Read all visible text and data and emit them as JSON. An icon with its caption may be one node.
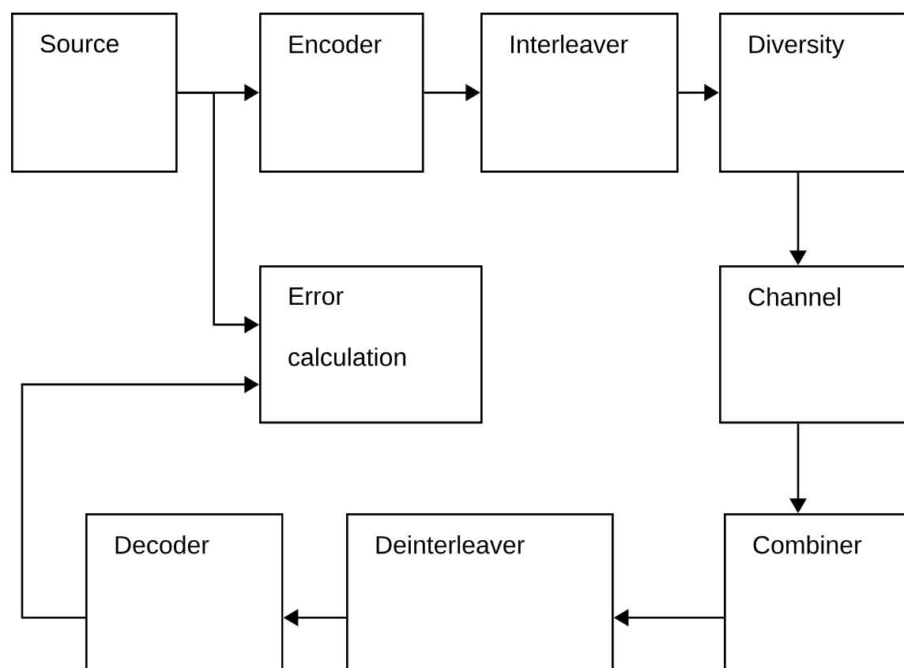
{
  "diagram": {
    "nodes": [
      {
        "text": [
          "Source"
        ]
      },
      {
        "text": [
          "Encoder"
        ]
      },
      {
        "text": [
          "Interleaver"
        ]
      },
      {
        "text": [
          "Diversity"
        ]
      },
      {
        "text": [
          "Error calculation"
        ]
      },
      {
        "text": [
          "Channel"
        ]
      },
      {
        "text": [
          "Combiner"
        ]
      },
      {
        "text": [
          "Deinterleaver"
        ]
      },
      {
        "text": [
          "Decoder"
        ]
      }
    ],
    "edges": [
      {
        "from": 0,
        "to": 1,
        "arrow": "to"
      },
      {
        "from": 0,
        "to": 4,
        "arrow": "to"
      },
      {
        "from": 1,
        "to": 2,
        "arrow": "to"
      },
      {
        "from": 2,
        "to": 3,
        "arrow": "to"
      },
      {
        "from": 3,
        "to": 5,
        "arrow": "to"
      },
      {
        "from": 5,
        "to": 6,
        "arrow": "to"
      },
      {
        "from": 6,
        "to": 7,
        "arrow": "to"
      },
      {
        "from": 7,
        "to": 8,
        "arrow": "to"
      },
      {
        "from": 8,
        "to": 4,
        "arrow": "to"
      }
    ]
  }
}
